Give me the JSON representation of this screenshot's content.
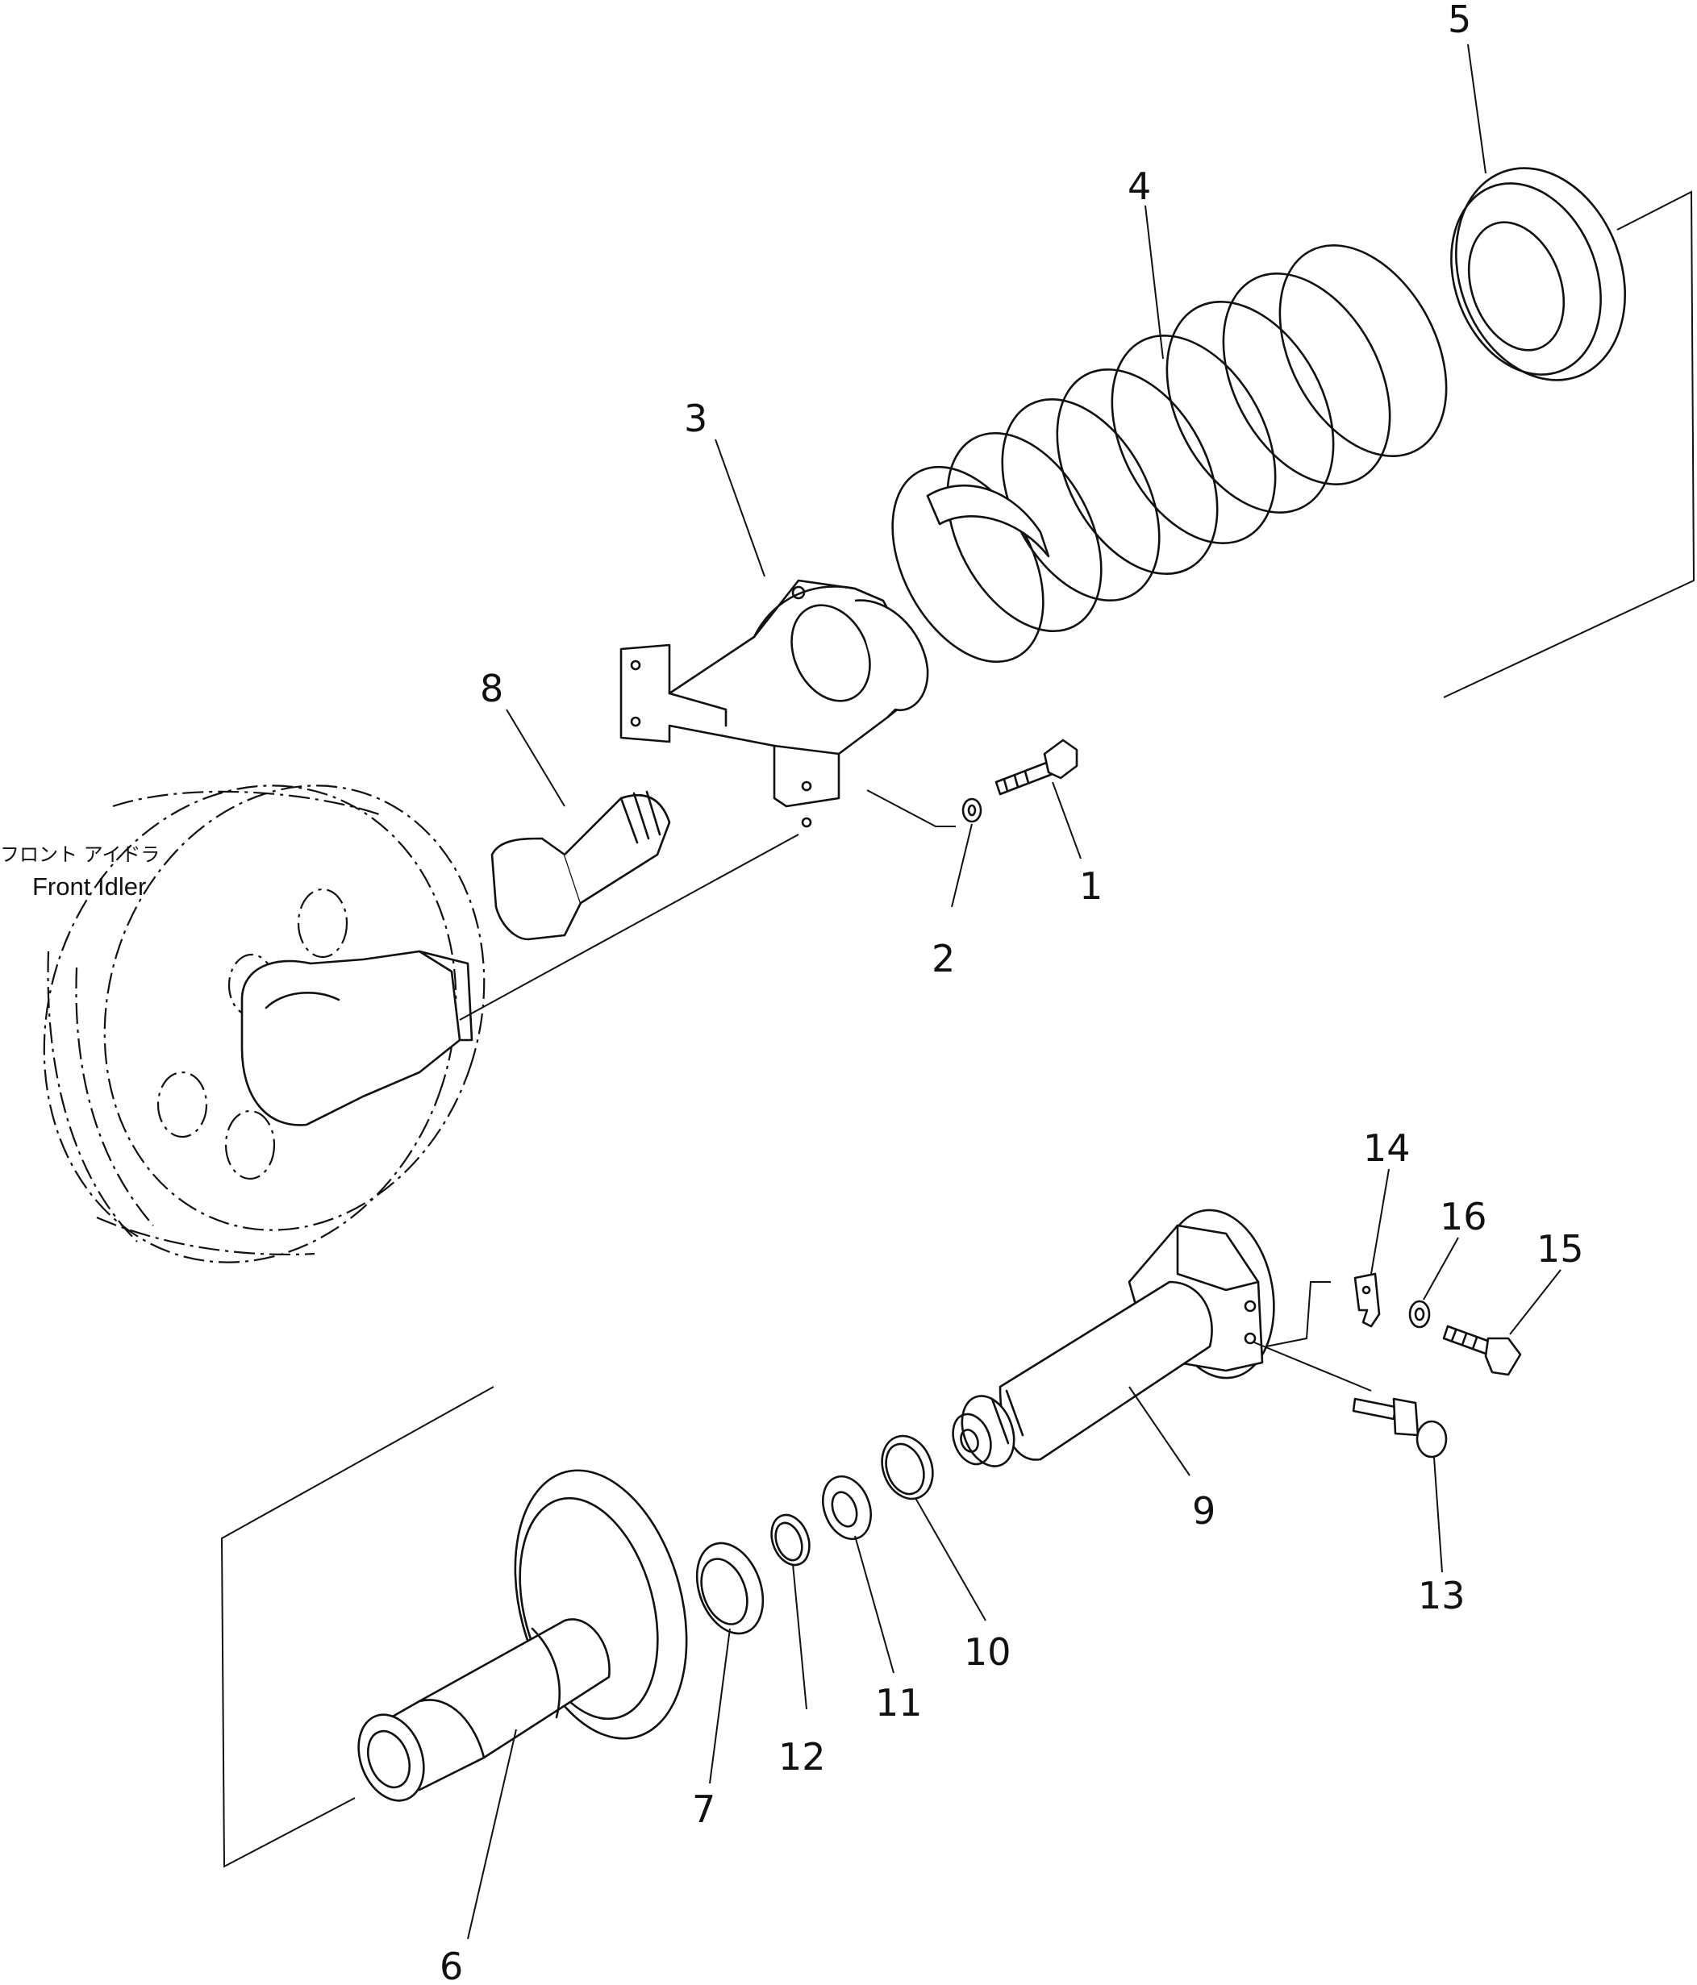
{
  "diagram": {
    "reference_label_jp": "フロント アイドラ",
    "reference_label_en": "Front Idler",
    "callouts": [
      "1",
      "2",
      "3",
      "4",
      "5",
      "6",
      "7",
      "8",
      "9",
      "10",
      "11",
      "12",
      "13",
      "14",
      "15",
      "16"
    ]
  }
}
